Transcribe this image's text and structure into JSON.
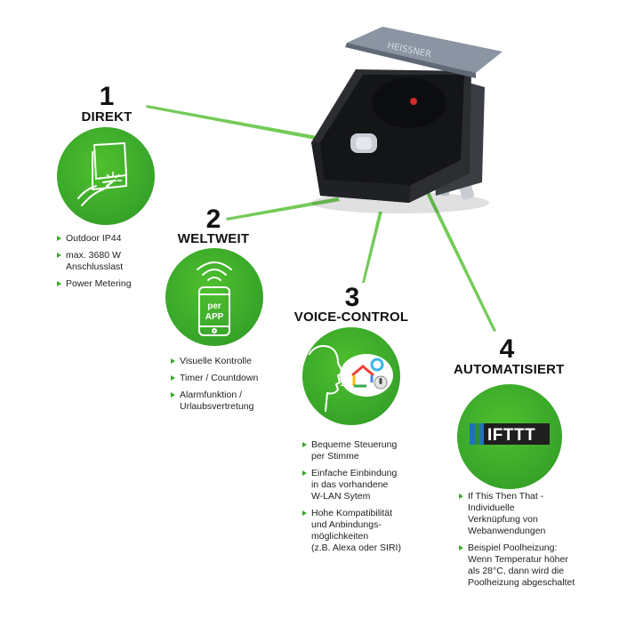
{
  "product": {
    "brand": "HEISSNER",
    "colors": {
      "body": "#2b2d31",
      "lid": "#8a94a3",
      "button": "#c9ced6"
    }
  },
  "theme": {
    "accent": "#3aa82a",
    "text": "#111111"
  },
  "features": [
    {
      "number": "1",
      "title": "DIREKT",
      "icon": "outdoor-socket-press-icon",
      "bullets": [
        "Outdoor IP44",
        "max. 3680 W\nAnschlusslast",
        "Power Metering"
      ]
    },
    {
      "number": "2",
      "title": "WELTWEIT",
      "icon": "smartphone-wifi-icon",
      "phone_label_line1": "per",
      "phone_label_line2": "APP",
      "bullets": [
        "Visuelle Kontrolle",
        "Timer / Countdown",
        "Alarmfunktion /\nUrlaubsvertretung"
      ]
    },
    {
      "number": "3",
      "title": "VOICE-CONTROL",
      "icon": "voice-assistant-icon",
      "bullets": [
        "Bequeme Steuerung\nper Stimme",
        "Einfache Einbindung\nin das vorhandene\nW-LAN Sytem",
        "Hohe Kompatibilität\nund Anbindungs-\nmöglichkeiten\n(z.B. Alexa oder SIRI)"
      ]
    },
    {
      "number": "4",
      "title": "AUTOMATISIERT",
      "icon": "ifttt-logo-icon",
      "logo_text": "IFTTT",
      "bullets": [
        "If This Then That -\nIndividuelle\nVerknüpfung von\nWebanwendungen",
        "Beispiel Poolheizung:\nWenn Temperatur höher\nals 28°C, dann wird die\nPoolheizung abgeschaltet"
      ]
    }
  ]
}
